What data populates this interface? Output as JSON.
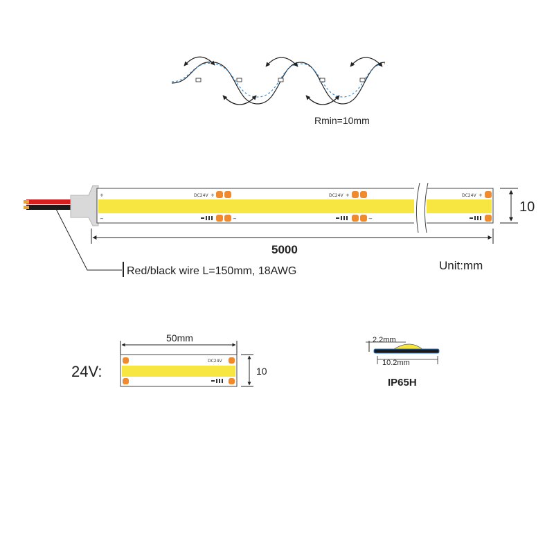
{
  "bend": {
    "radius_label": "Rmin=10mm"
  },
  "strip": {
    "segment_label": "DC24V",
    "plus": "+",
    "minus": "−",
    "width_label": "10",
    "length_label": "5000",
    "wire_label": "Red/black wire L=150mm, 18AWG",
    "unit_label": "Unit:mm"
  },
  "cut_section": {
    "voltage_label": "24V:",
    "length_label": "50mm",
    "width_label": "10",
    "segment_label": "DC24V"
  },
  "profile": {
    "height_label": "2.2mm",
    "width_label": "10.2mm",
    "rating_label": "IP65H"
  },
  "colors": {
    "led_yellow": "#f7e642",
    "pad_orange": "#ef8a2e",
    "wire_red": "#d61f1f",
    "wire_black": "#1a1a1a",
    "bend_dashed": "#3a8fd6"
  }
}
